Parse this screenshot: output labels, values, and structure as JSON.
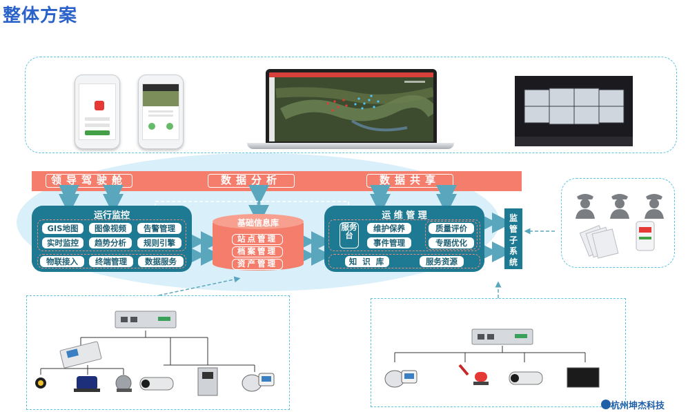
{
  "title": "整体方案",
  "top_bar": {
    "left_pill": "领导驾驶舱",
    "center_pill": "数据分析",
    "right_pill": "数据共享"
  },
  "ops_monitor": {
    "title": "运行监控",
    "items": [
      "GIS地图",
      "图像视频",
      "告警管理",
      "实时监控",
      "趋势分析",
      "规则引擎"
    ],
    "bottom": [
      "物联接入",
      "终端管理",
      "数据服务"
    ]
  },
  "database": {
    "title": "基础信息库",
    "items": [
      "站点管理",
      "档案管理",
      "资产管理"
    ]
  },
  "maintenance": {
    "title": "运 维 管 理",
    "service_desk": "服务台",
    "middle": [
      "维护保养",
      "事件管理"
    ],
    "right": [
      "质量评价",
      "专题优化"
    ],
    "knowledge": "知 识 库",
    "resources": "服务资源"
  },
  "supervision": "监管子系统",
  "company": "杭州坤杰科技",
  "colors": {
    "title_blue": "#2a62c9",
    "panel_teal": "#1e7a93",
    "salmon": "#f47d6b",
    "cloud": "#d9eff9",
    "dashed_blue": "#5bc3e2"
  }
}
